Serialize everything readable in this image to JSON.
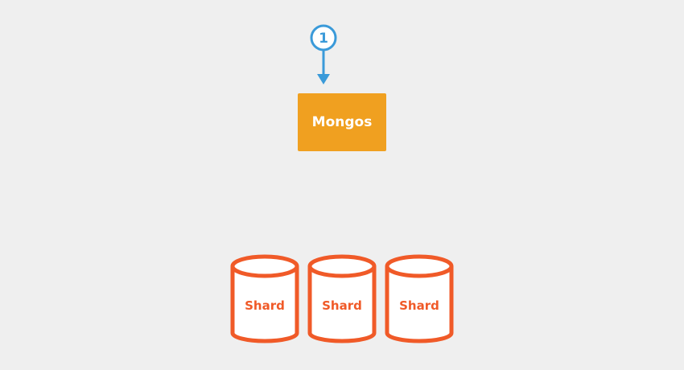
{
  "step": {
    "number": "1"
  },
  "mongos": {
    "label": "Mongos"
  },
  "shards": [
    {
      "label": "Shard"
    },
    {
      "label": "Shard"
    },
    {
      "label": "Shard"
    }
  ],
  "colors": {
    "background": "#efefef",
    "step_blue": "#3a9ad9",
    "mongos_orange": "#f0a020",
    "shard_orange": "#f05a28",
    "text_white": "#ffffff"
  },
  "icons": {
    "step_marker": "numbered-circle-icon",
    "arrow": "arrow-down-icon",
    "shard": "database-cylinder-icon"
  }
}
